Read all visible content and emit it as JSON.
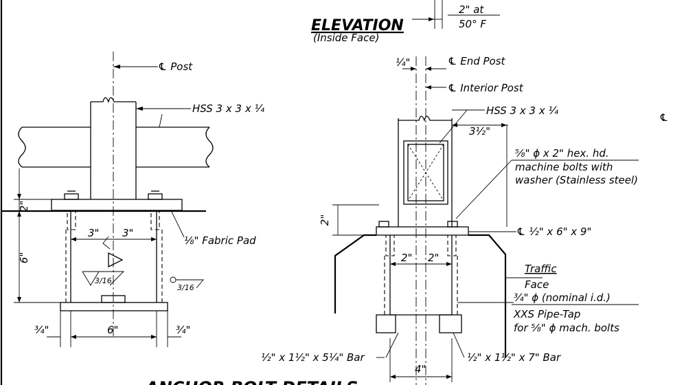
{
  "title": {
    "main": "ELEVATION",
    "sub": "(Inside Face)",
    "bottom": "ANCHOR BOLT DETAILS"
  },
  "top_note": {
    "line1": "2\" at",
    "line2": "50° F"
  },
  "left_detail": {
    "cl_post": "℄ Post",
    "hss": "HSS 3 x 3 x ¼",
    "fabric_pad": "⅛\" Fabric Pad",
    "dim_2": "2\"",
    "dim_6": "6\"",
    "dim_3a": "3\"",
    "dim_3b": "3\"",
    "dim_34a": "¾\"",
    "dim_6w": "6\"",
    "dim_34b": "¾\"",
    "weld_3_16a": "3/16",
    "weld_3_16b": "3/16"
  },
  "right_detail": {
    "dim_14": "¼\"",
    "cl_end_post": "℄ End Post",
    "cl_interior_post": "℄ Interior Post",
    "hss": "HSS 3 x 3 x ¼",
    "dim_312": "3½\"",
    "bolts_1": "⅝\" ϕ x 2\" hex. hd.",
    "bolts_2": "machine bolts with",
    "bolts_3": "washer (Stainless steel)",
    "dim_2": "2\"",
    "plate": "℄ ½\" x 6\" x 9\"",
    "traffic_1": "Traffic",
    "traffic_2": "Face",
    "dim_2a": "2\"",
    "dim_2b": "2\"",
    "pipe_1": "¾\" ϕ (nominal i.d.)",
    "pipe_2": "XXS Pipe-Tap",
    "pipe_3": "for ⅝\" ϕ mach. bolts",
    "bar_left": "½\" x 1½\" x 5¼\" Bar",
    "bar_right": "½\" x 1½\" x 7\" Bar",
    "dim_4": "4\"",
    "pl_mark": "℄"
  }
}
